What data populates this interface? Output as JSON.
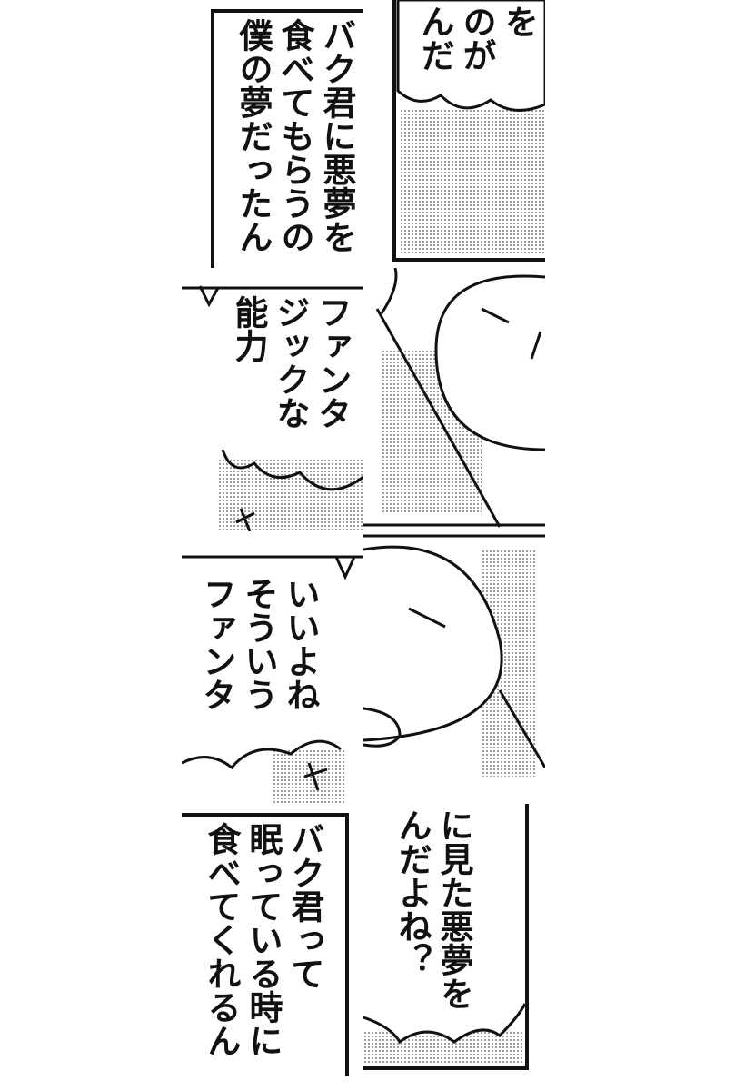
{
  "tiles": [
    {
      "lines": [
        "バク君に悪夢を",
        "食べてもらうの",
        "僕の夢だったん"
      ]
    },
    {
      "lines": [
        "を",
        "のが",
        "んだ"
      ]
    },
    {
      "lines": [
        "ファンタ",
        "ジックな",
        "能力"
      ]
    },
    {
      "lines": [
        "いいよね",
        "そういう",
        "ファンタ"
      ]
    },
    {
      "lines": [
        "バク君って",
        "眠っている時に",
        "食べてくれるん"
      ]
    },
    {
      "lines": [
        "に見た悪夢を",
        "んだよね？"
      ]
    }
  ]
}
